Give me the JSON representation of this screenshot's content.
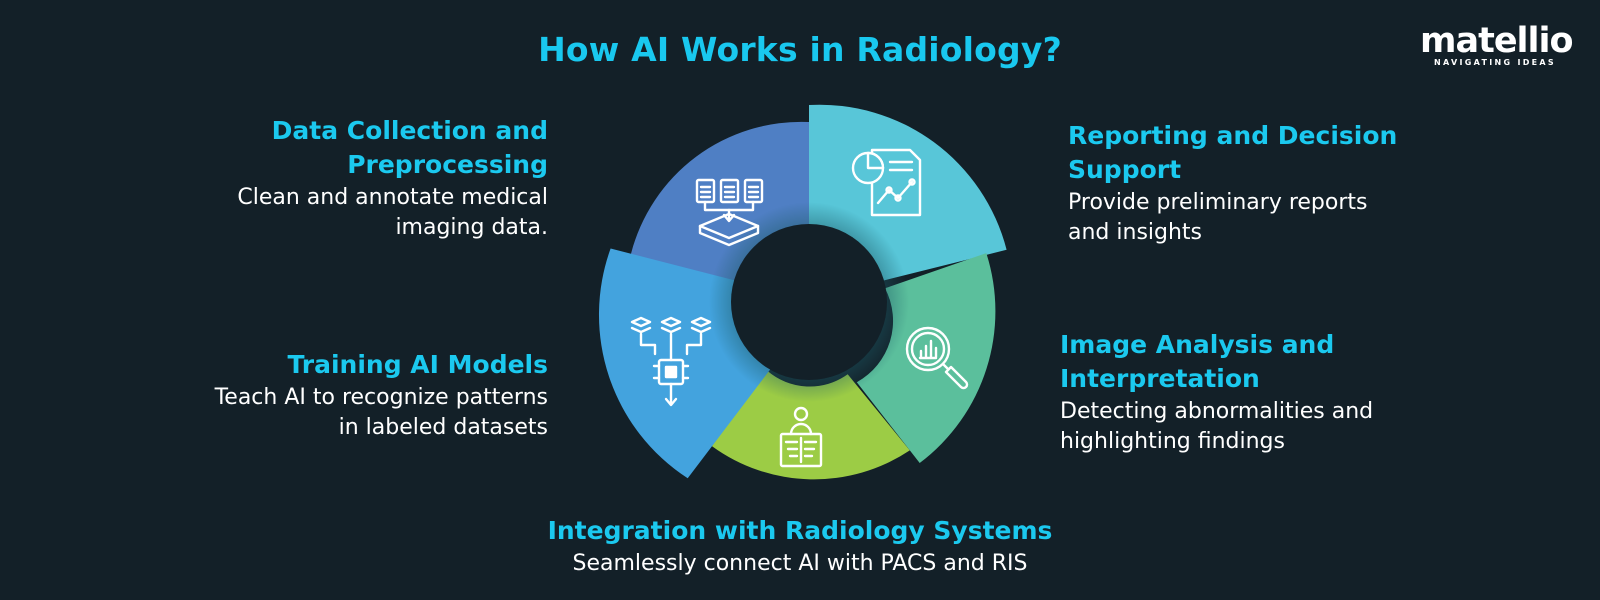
{
  "title": "How AI Works in Radiology?",
  "logo": {
    "name": "matellio",
    "tagline": "NAVIGATING IDEAS"
  },
  "colors": {
    "background": "#132028",
    "heading": "#1bc9ef",
    "data_collection": "#4f7fc4",
    "reporting": "#58c6d8",
    "image_analysis": "#5bbf9c",
    "integration": "#9ccc45",
    "training": "#43a3de"
  },
  "steps": {
    "data_collection": {
      "title": "Data Collection and Preprocessing",
      "description": "Clean and annotate medical imaging data.",
      "icon": "documents-tray-icon"
    },
    "reporting": {
      "title": "Reporting and Decision Support",
      "description": "Provide preliminary reports and insights",
      "icon": "report-chart-icon"
    },
    "image_analysis": {
      "title": "Image Analysis and Interpretation",
      "description": "Detecting abnormalities and highlighting findings",
      "icon": "magnifier-chart-icon"
    },
    "integration": {
      "title": "Integration with Radiology Systems",
      "description": "Seamlessly connect AI with PACS and RIS",
      "icon": "xray-patient-icon"
    },
    "training": {
      "title": "Training AI Models",
      "description": "Teach AI to recognize patterns in labeled datasets",
      "icon": "chip-network-icon"
    }
  }
}
